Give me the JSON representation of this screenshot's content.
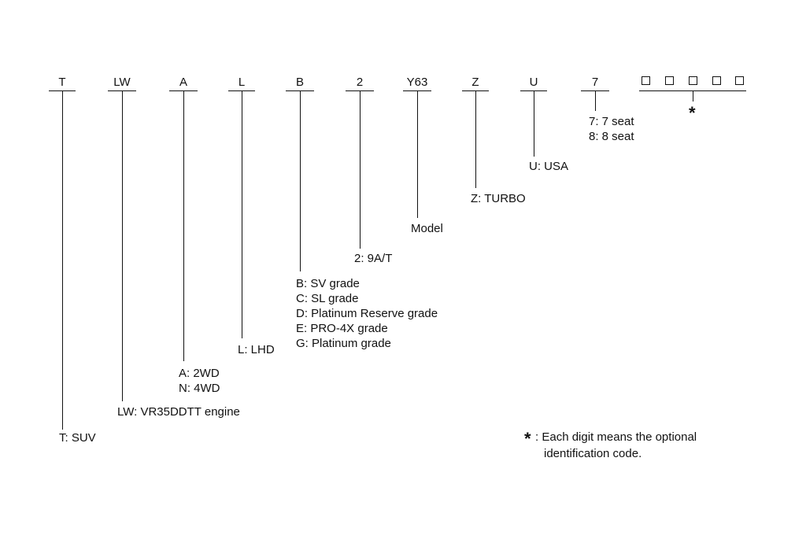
{
  "codes": [
    {
      "code": "T",
      "desc": [
        "T: SUV"
      ]
    },
    {
      "code": "LW",
      "desc": [
        "LW: VR35DDTT engine"
      ]
    },
    {
      "code": "A",
      "desc": [
        "A: 2WD",
        "N: 4WD"
      ]
    },
    {
      "code": "L",
      "desc": [
        "L: LHD"
      ]
    },
    {
      "code": "B",
      "desc": [
        "B: SV grade",
        "C: SL grade",
        "D: Platinum Reserve grade",
        "E: PRO-4X grade",
        "G: Platinum grade"
      ]
    },
    {
      "code": "2",
      "desc": [
        "2: 9A/T"
      ]
    },
    {
      "code": "Y63",
      "desc": [
        "Model"
      ]
    },
    {
      "code": "Z",
      "desc": [
        "Z: TURBO"
      ]
    },
    {
      "code": "U",
      "desc": [
        "U: USA"
      ]
    },
    {
      "code": "7",
      "desc": [
        "7: 7 seat",
        "8: 8 seat"
      ]
    }
  ],
  "optional": {
    "box_glyph": "□",
    "box_count": 5,
    "star": "*",
    "note_star": "*",
    "note_lines": [
      "Each digit means the optional",
      "identification code."
    ]
  }
}
